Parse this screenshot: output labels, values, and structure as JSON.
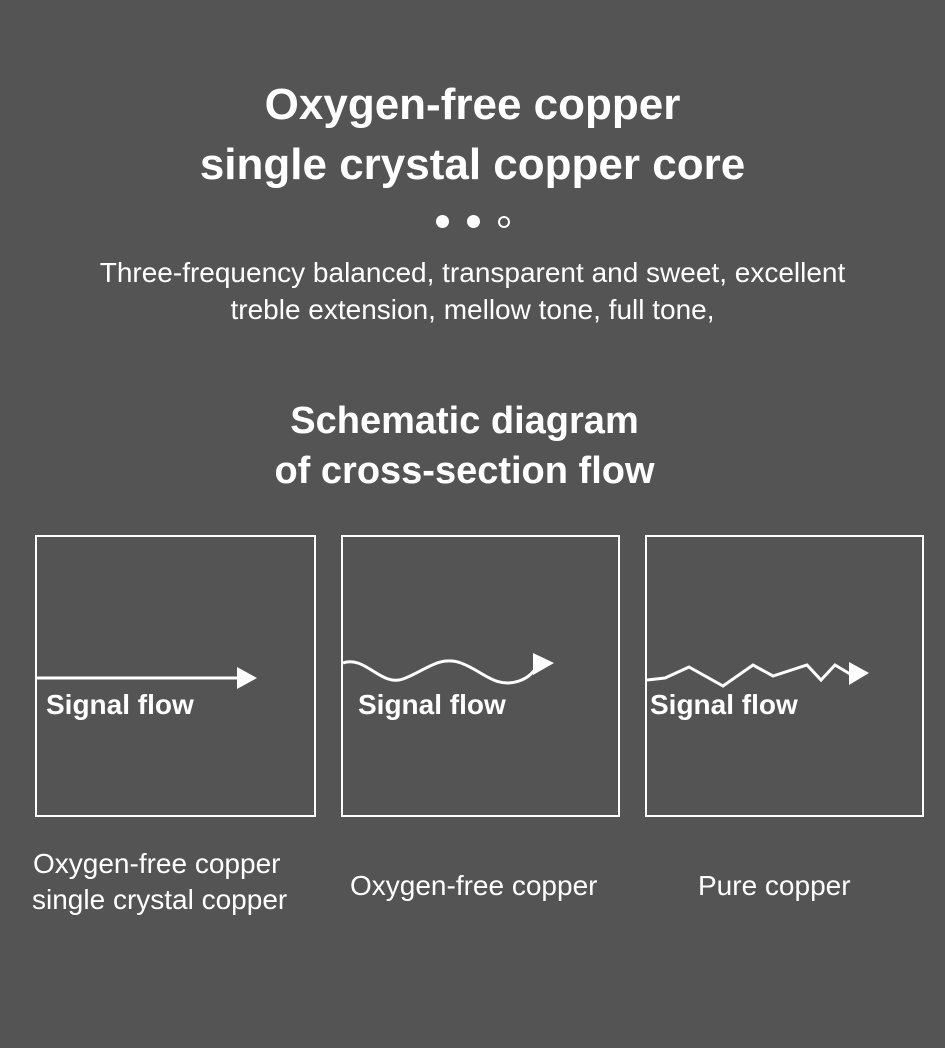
{
  "header": {
    "title_line1": "Oxygen-free copper",
    "title_line2": "single crystal copper core",
    "pagination": [
      "filled",
      "filled",
      "hollow"
    ],
    "description_line1": "Three-frequency balanced, transparent and sweet, excellent",
    "description_line2": "treble extension, mellow tone, full tone,"
  },
  "diagram": {
    "title_line1": "Schematic diagram",
    "title_line2": "of cross-section flow",
    "panels": [
      {
        "flow_label": "Signal flow",
        "path_style": "straight",
        "caption_line1": "Oxygen-free copper",
        "caption_line2": "single crystal copper"
      },
      {
        "flow_label": "Signal flow",
        "path_style": "wavy",
        "caption_line1": "Oxygen-free copper"
      },
      {
        "flow_label": "Signal flow",
        "path_style": "zigzag",
        "caption_line1": "Pure copper"
      }
    ]
  },
  "colors": {
    "background": "#545454",
    "foreground": "#ffffff"
  }
}
